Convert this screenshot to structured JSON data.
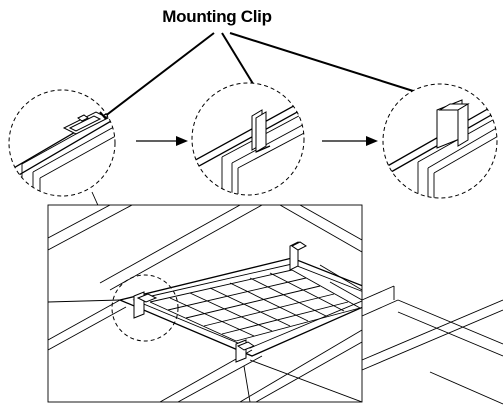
{
  "diagram": {
    "callout_label": "Mounting Clip",
    "steps": [
      "detail-insert-clip",
      "detail-clip-raised",
      "detail-clip-locked"
    ]
  }
}
